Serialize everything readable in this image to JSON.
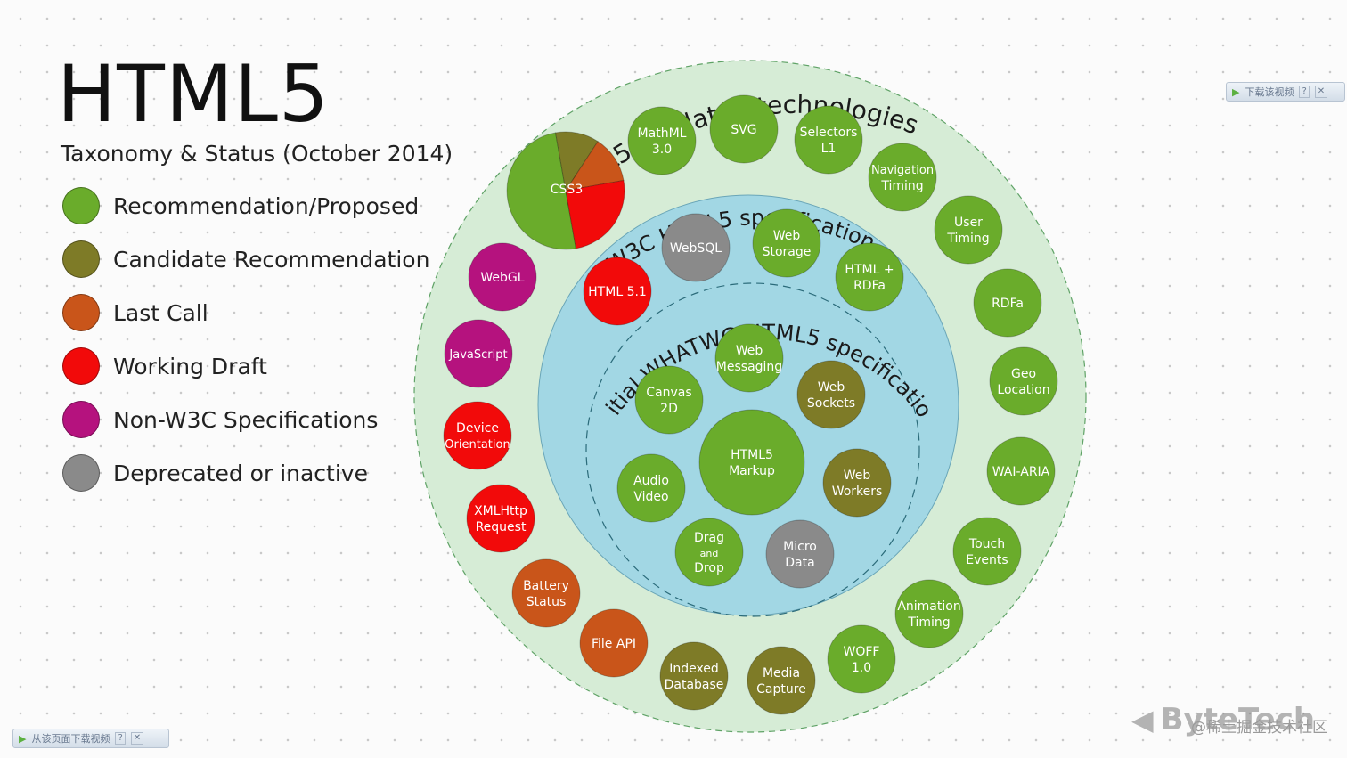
{
  "title": "HTML5",
  "subtitle": "Taxonomy & Status (October 2014)",
  "colors": {
    "recommendation": "#6aac2b",
    "candidate": "#7e7b27",
    "last_call": "#c9551a",
    "working_draft": "#f20a0a",
    "non_w3c": "#b5127e",
    "deprecated": "#8a8a8a",
    "outer_ring": "#d6ecd6",
    "middle_ring": "#a2d7e4",
    "inner_ring": "#93cfe0"
  },
  "legend": [
    {
      "label": "Recommendation/Proposed",
      "status": "recommendation"
    },
    {
      "label": "Candidate Recommendation",
      "status": "candidate"
    },
    {
      "label": "Last Call",
      "status": "last_call"
    },
    {
      "label": "Working Draft",
      "status": "working_draft"
    },
    {
      "label": "Non-W3C Specifications",
      "status": "non_w3c"
    },
    {
      "label": "Deprecated or inactive",
      "status": "deprecated"
    }
  ],
  "rings": {
    "outer_label": "HTML5 & related technologies",
    "middle_label": "W3C HTML5 specification",
    "inner_label": "Initial WHATWG HTML5 specification"
  },
  "outer_items": [
    {
      "lines": [
        "MathML",
        "3.0"
      ],
      "status": "recommendation"
    },
    {
      "lines": [
        "SVG"
      ],
      "status": "recommendation"
    },
    {
      "lines": [
        "Selectors",
        "L1"
      ],
      "status": "recommendation"
    },
    {
      "lines": [
        "Navigation",
        "Timing"
      ],
      "status": "recommendation"
    },
    {
      "lines": [
        "User",
        "Timing"
      ],
      "status": "recommendation"
    },
    {
      "lines": [
        "RDFa"
      ],
      "status": "recommendation"
    },
    {
      "lines": [
        "Geo",
        "Location"
      ],
      "status": "recommendation"
    },
    {
      "lines": [
        "WAI-ARIA"
      ],
      "status": "recommendation"
    },
    {
      "lines": [
        "Touch",
        "Events"
      ],
      "status": "recommendation"
    },
    {
      "lines": [
        "Animation",
        "Timing"
      ],
      "status": "recommendation"
    },
    {
      "lines": [
        "WOFF",
        "1.0"
      ],
      "status": "recommendation"
    },
    {
      "lines": [
        "Media",
        "Capture"
      ],
      "status": "candidate"
    },
    {
      "lines": [
        "Indexed",
        "Database"
      ],
      "status": "candidate"
    },
    {
      "lines": [
        "File API"
      ],
      "status": "last_call"
    },
    {
      "lines": [
        "Battery",
        "Status"
      ],
      "status": "last_call"
    },
    {
      "lines": [
        "XMLHttp",
        "Request"
      ],
      "status": "working_draft"
    },
    {
      "lines": [
        "Device",
        "Orientation"
      ],
      "status": "working_draft"
    },
    {
      "lines": [
        "JavaScript"
      ],
      "status": "non_w3c"
    },
    {
      "lines": [
        "WebGL"
      ],
      "status": "non_w3c"
    }
  ],
  "css3": {
    "label": "CSS3",
    "shares": {
      "recommendation": 0.5,
      "candidate": 0.12,
      "last_call": 0.13,
      "working_draft": 0.25
    }
  },
  "middle_items": [
    {
      "lines": [
        "WebSQL"
      ],
      "status": "deprecated"
    },
    {
      "lines": [
        "Web",
        "Storage"
      ],
      "status": "recommendation"
    },
    {
      "lines": [
        "HTML +",
        "RDFa"
      ],
      "status": "recommendation"
    },
    {
      "lines": [
        "HTML 5.1"
      ],
      "status": "working_draft"
    }
  ],
  "inner_items": [
    {
      "lines": [
        "Web",
        "Messaging"
      ],
      "status": "recommendation"
    },
    {
      "lines": [
        "Web",
        "Sockets"
      ],
      "status": "candidate"
    },
    {
      "lines": [
        "Canvas",
        "2D"
      ],
      "status": "recommendation"
    },
    {
      "lines": [
        "HTML5",
        "Markup"
      ],
      "status": "recommendation"
    },
    {
      "lines": [
        "Audio",
        "Video"
      ],
      "status": "recommendation"
    },
    {
      "lines": [
        "Web",
        "Workers"
      ],
      "status": "candidate"
    },
    {
      "lines": [
        "Drag",
        "and",
        "Drop"
      ],
      "status": "recommendation"
    },
    {
      "lines": [
        "Micro",
        "Data"
      ],
      "status": "deprecated"
    }
  ],
  "popups": {
    "top_right": "下载该视频",
    "bottom_left": "从该页面下载视频"
  },
  "brand": "ByteTech",
  "watermark": "@稀土掘金技术社区"
}
